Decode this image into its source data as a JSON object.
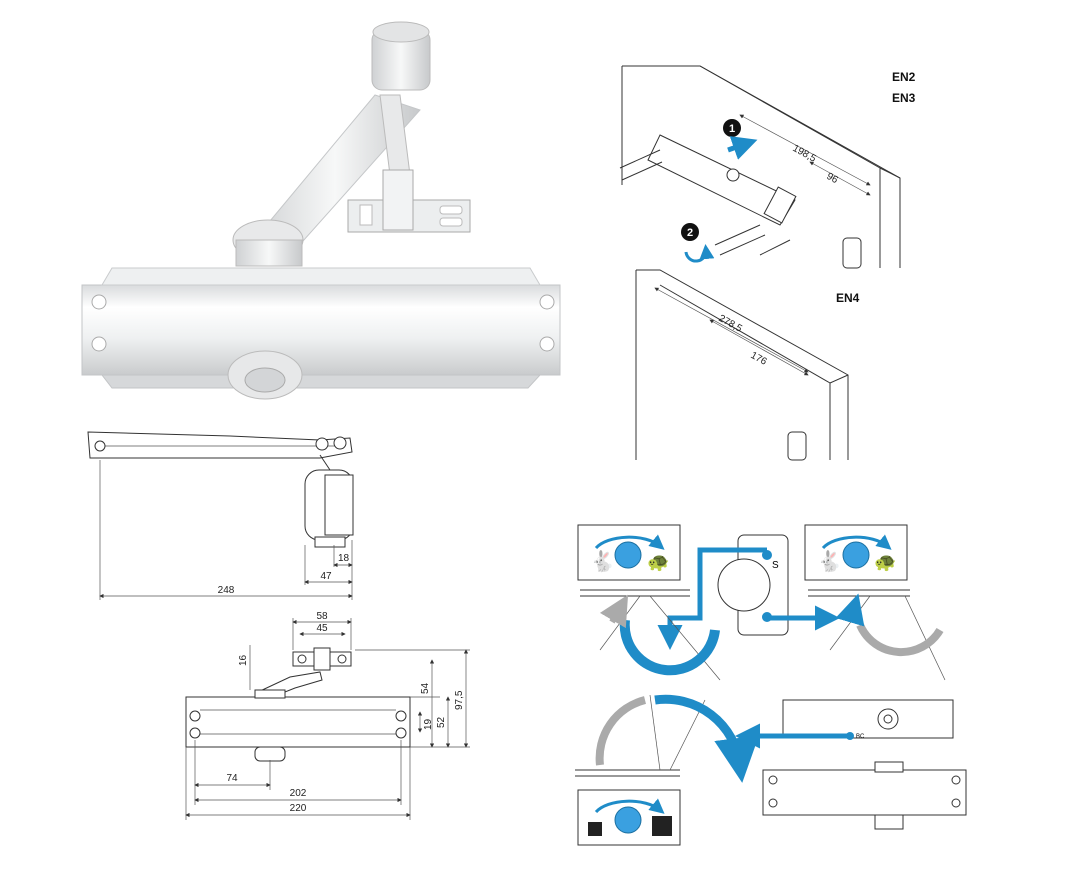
{
  "install": {
    "label_en2": "EN2",
    "label_en3": "EN3",
    "label_en4": "EN4",
    "dim_198_5": "198,5",
    "dim_96": "96",
    "dim_278_5": "278,5",
    "dim_176": "176",
    "step_1": "1",
    "step_2": "2"
  },
  "arm_side": {
    "dim_248": "248",
    "dim_47": "47",
    "dim_18": "18"
  },
  "front_view": {
    "dim_58": "58",
    "dim_45": "45",
    "dim_16": "16",
    "dim_54": "54",
    "dim_97_5": "97,5",
    "dim_19": "19",
    "dim_52": "52",
    "dim_74": "74",
    "dim_202": "202",
    "dim_220": "220"
  },
  "adjust": {
    "valve_s": "S",
    "valve_bc": "BC"
  },
  "colors": {
    "accent_blue": "#1f8cc8",
    "arrow_grey": "#9a9a9a",
    "valve_blue": "#3aa0e0"
  }
}
